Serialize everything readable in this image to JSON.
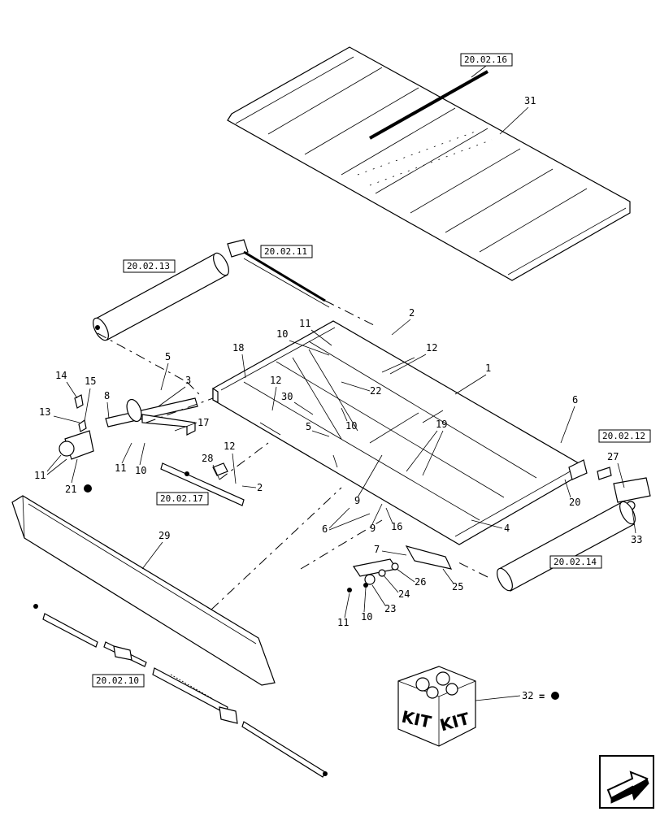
{
  "references": [
    {
      "id": "ref-20-02-16",
      "text": "20.02.16"
    },
    {
      "id": "ref-20-02-11",
      "text": "20.02.11"
    },
    {
      "id": "ref-20-02-13",
      "text": "20.02.13"
    },
    {
      "id": "ref-20-02-12",
      "text": "20.02.12"
    },
    {
      "id": "ref-20-02-17",
      "text": "20.02.17"
    },
    {
      "id": "ref-20-02-14",
      "text": "20.02.14"
    },
    {
      "id": "ref-20-02-10",
      "text": "20.02.10"
    }
  ],
  "callouts": {
    "c31": "31",
    "c2a": "2",
    "c12a": "12",
    "c11a": "11",
    "c10a": "10",
    "c18": "18",
    "c1": "1",
    "c12b": "12",
    "c22": "22",
    "c30": "30",
    "c10b": "10",
    "c5a": "5",
    "c6a": "6",
    "c19": "19",
    "c5b": "5",
    "c3": "3",
    "c14": "14",
    "c15": "15",
    "c8": "8",
    "c13": "13",
    "c17": "17",
    "c11b": "11",
    "c10c": "10",
    "c11c": "11",
    "c21": "21",
    "c28": "28",
    "c12c": "12",
    "c2b": "2",
    "c9a": "9",
    "c9b": "9",
    "c6b": "6",
    "c16": "16",
    "c4": "4",
    "c20": "20",
    "c27": "27",
    "c33": "33",
    "c29": "29",
    "c7": "7",
    "c25": "25",
    "c26": "26",
    "c24": "24",
    "c23": "23",
    "c10d": "10",
    "c11d": "11",
    "c32": "32"
  },
  "kit": {
    "label_left": "KIT",
    "label_right": "KIT",
    "legend_equals": "="
  },
  "colors": {
    "ink": "#000000",
    "paper": "#ffffff"
  },
  "icons": {
    "nav": "next-page-arrow-icon",
    "kit_dot": "filled-circle-icon"
  }
}
